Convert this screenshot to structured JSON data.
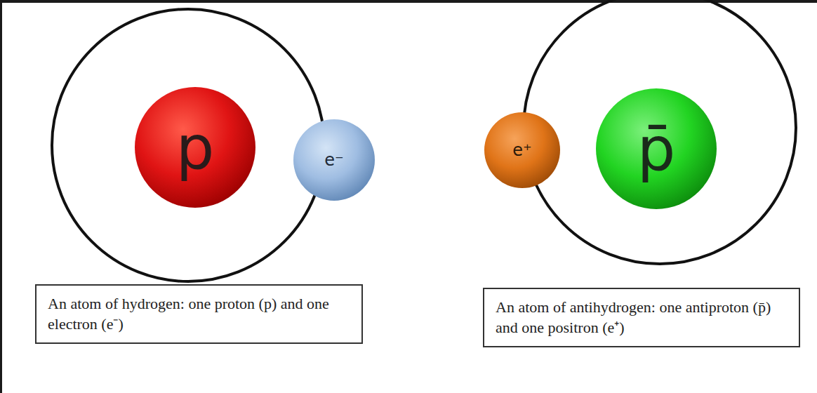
{
  "diagram": {
    "nodes": [
      {
        "text": [
          "p"
        ]
      },
      {
        "text": [
          "e⁻"
        ]
      },
      {
        "text": [
          "e⁺"
        ]
      },
      {
        "text": [
          "p̄"
        ]
      },
      {
        "text": [
          "An atom of hydrogen: one proton (p) and one electron (e⁻)"
        ]
      },
      {
        "text": [
          "An atom of antihydrogen: one antiproton (p̄) and one positron (e⁺)"
        ]
      }
    ]
  }
}
